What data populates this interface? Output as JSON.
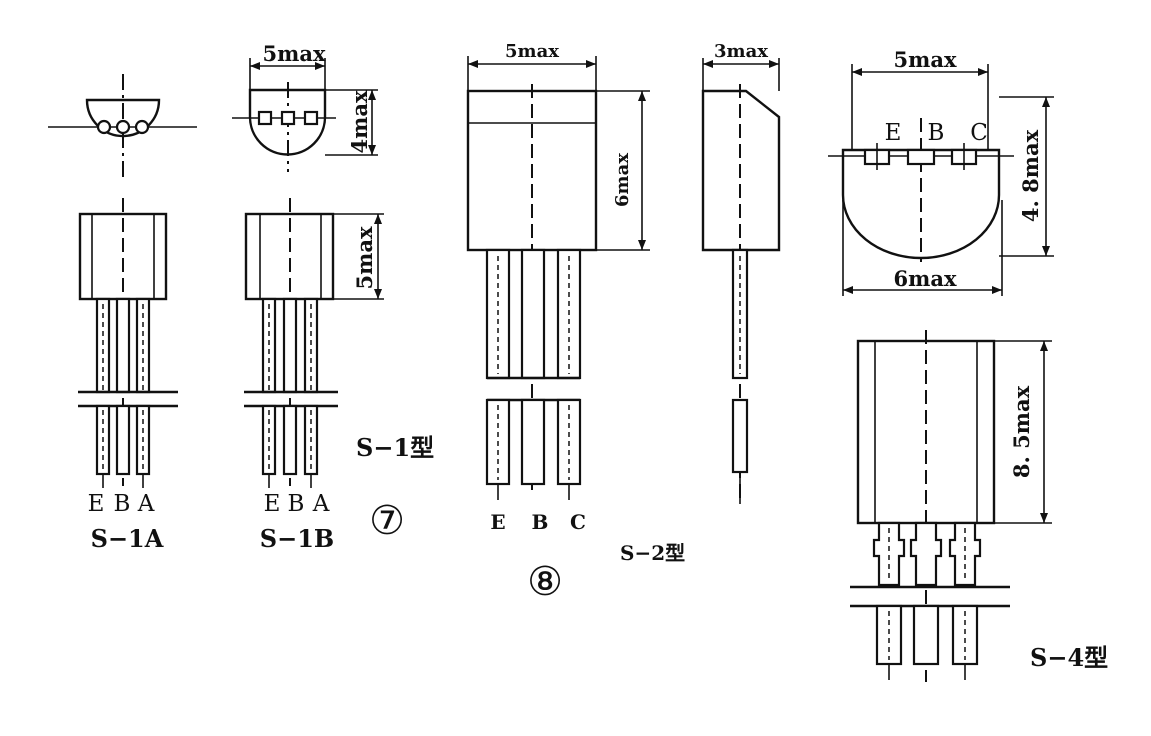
{
  "s1": {
    "variant_a": {
      "pins": [
        "E",
        "B",
        "A"
      ],
      "name": "S−1A"
    },
    "variant_b": {
      "pins": [
        "E",
        "B",
        "A"
      ],
      "name": "S−1B",
      "dim_width": "5max",
      "dim_height_top": "4max",
      "dim_body": "5max"
    },
    "model": "S−1型",
    "number": "⑦"
  },
  "s2": {
    "dim_width": "5max",
    "dim_height": "6max",
    "dim_side": "3max",
    "pins": [
      "E",
      "B",
      "C"
    ],
    "model": "S−2型",
    "number": "⑧"
  },
  "s4": {
    "dim_top": "5max",
    "dim_height": "4. 8max",
    "dim_bottom": "6max",
    "dim_body": "8. 5max",
    "pins": [
      "E",
      "B",
      "C"
    ],
    "model": "S−4型"
  }
}
